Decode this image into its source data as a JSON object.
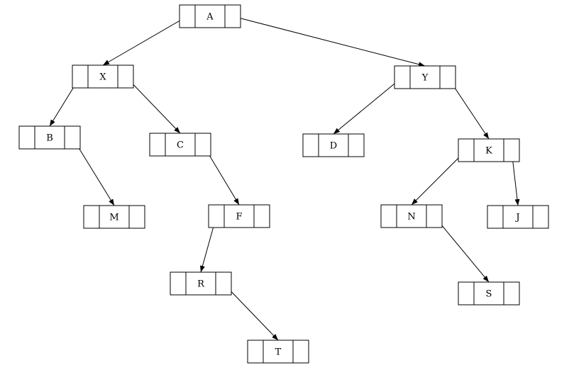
{
  "diagram": {
    "type": "binary-tree-linked-representation",
    "nodes": [
      {
        "id": "A",
        "label": "A"
      },
      {
        "id": "X",
        "label": "X"
      },
      {
        "id": "Y",
        "label": "Y"
      },
      {
        "id": "B",
        "label": "B"
      },
      {
        "id": "C",
        "label": "C"
      },
      {
        "id": "D",
        "label": "D"
      },
      {
        "id": "K",
        "label": "K"
      },
      {
        "id": "M",
        "label": "M"
      },
      {
        "id": "F",
        "label": "F"
      },
      {
        "id": "N",
        "label": "N"
      },
      {
        "id": "J",
        "label": "J"
      },
      {
        "id": "R",
        "label": "R"
      },
      {
        "id": "S",
        "label": "S"
      },
      {
        "id": "T",
        "label": "T"
      }
    ],
    "edges": [
      {
        "from": "A",
        "to": "X",
        "side": "left"
      },
      {
        "from": "A",
        "to": "Y",
        "side": "right"
      },
      {
        "from": "X",
        "to": "B",
        "side": "left"
      },
      {
        "from": "X",
        "to": "C",
        "side": "right"
      },
      {
        "from": "B",
        "to": "M",
        "side": "right"
      },
      {
        "from": "C",
        "to": "F",
        "side": "right"
      },
      {
        "from": "F",
        "to": "R",
        "side": "left"
      },
      {
        "from": "R",
        "to": "T",
        "side": "right"
      },
      {
        "from": "Y",
        "to": "D",
        "side": "left"
      },
      {
        "from": "Y",
        "to": "K",
        "side": "right"
      },
      {
        "from": "K",
        "to": "N",
        "side": "left"
      },
      {
        "from": "K",
        "to": "J",
        "side": "right"
      },
      {
        "from": "N",
        "to": "S",
        "side": "right"
      }
    ]
  }
}
